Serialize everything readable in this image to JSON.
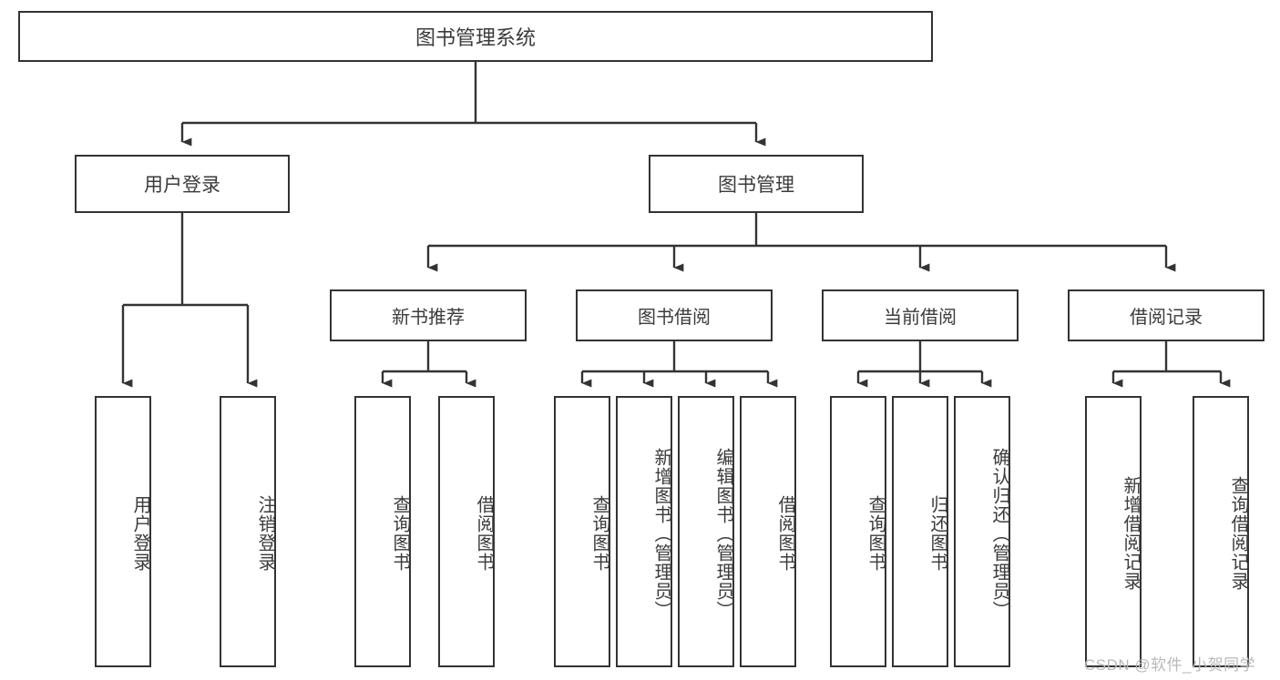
{
  "diagram": {
    "title": "图书管理系统",
    "type": "hierarchy-tree",
    "stroke_color": "#333333",
    "text_color": "#3b3b3b",
    "background": "#ffffff",
    "watermark": "CSDN @软件_小贺同学"
  },
  "nodes": {
    "root": {
      "label": "图书管理系统"
    },
    "level2": [
      {
        "id": "user-login",
        "label": "用户登录"
      },
      {
        "id": "book-manage",
        "label": "图书管理"
      }
    ],
    "level3": [
      {
        "id": "new-book-recommend",
        "label": "新书推荐"
      },
      {
        "id": "book-borrow",
        "label": "图书借阅"
      },
      {
        "id": "current-borrow",
        "label": "当前借阅"
      },
      {
        "id": "borrow-record",
        "label": "借阅记录"
      }
    ],
    "leaves": {
      "user_login": [
        {
          "id": "leaf-user-login",
          "label": "用户登录"
        },
        {
          "id": "leaf-logout-login",
          "label": "注销登录"
        }
      ],
      "new_book_recommend": [
        {
          "id": "leaf-query-book-1",
          "label": "查询图书"
        },
        {
          "id": "leaf-borrow-book-1",
          "label": "借阅图书"
        }
      ],
      "book_borrow": [
        {
          "id": "leaf-query-book-2",
          "label": "查询图书"
        },
        {
          "id": "leaf-add-book",
          "label": "新增图书（管理员）"
        },
        {
          "id": "leaf-edit-book",
          "label": "编辑图书（管理员）"
        },
        {
          "id": "leaf-borrow-book-2",
          "label": "借阅图书"
        }
      ],
      "current_borrow": [
        {
          "id": "leaf-query-book-3",
          "label": "查询图书"
        },
        {
          "id": "leaf-return-book",
          "label": "归还图书"
        },
        {
          "id": "leaf-confirm-return",
          "label": "确认归还（管理员）"
        }
      ],
      "borrow_record": [
        {
          "id": "leaf-add-record",
          "label": "新增借阅记录"
        },
        {
          "id": "leaf-query-record",
          "label": "查询借阅记录"
        }
      ]
    }
  }
}
